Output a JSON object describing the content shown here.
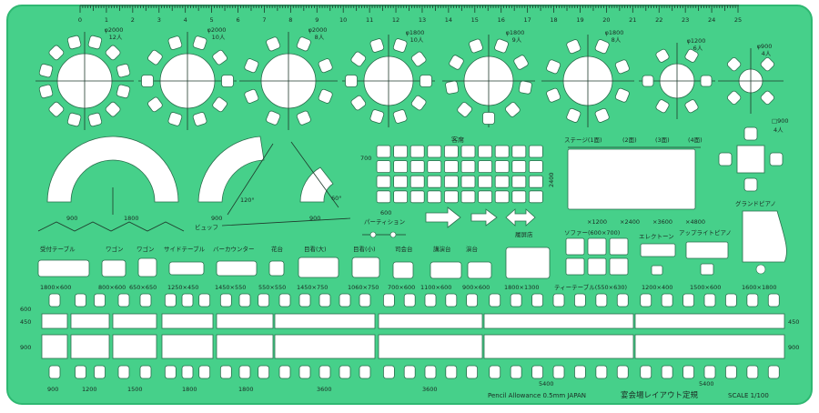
{
  "template": {
    "brand_text": "Pencil Allowance 0.5mm JAPAN",
    "product_name": "宴会場レイアウト定規",
    "scale_label": "SCALE 1/100",
    "colors": {
      "plate": "#46d08a",
      "plate_dark": "#2fb872",
      "cutout": "#ffffff",
      "ink": "#1a2a22"
    }
  },
  "ruler": {
    "ticks": [
      "0",
      "1",
      "2",
      "3",
      "4",
      "5",
      "6",
      "7",
      "8",
      "9",
      "10",
      "11",
      "12",
      "13",
      "14",
      "15",
      "16",
      "17",
      "18",
      "19",
      "20",
      "21",
      "22",
      "23",
      "24",
      "25"
    ]
  },
  "round_tables": [
    {
      "size": "φ2000",
      "seats": "12人",
      "chairs": 12
    },
    {
      "size": "φ2000",
      "seats": "10人",
      "chairs": 10
    },
    {
      "size": "φ2000",
      "seats": "8人",
      "chairs": 8
    },
    {
      "size": "φ1800",
      "seats": "10人",
      "chairs": 10
    },
    {
      "size": "φ1800",
      "seats": "9人",
      "chairs": 9
    },
    {
      "size": "φ1800",
      "seats": "8人",
      "chairs": 8
    },
    {
      "size": "φ1200",
      "seats": "6人",
      "chairs": 6
    },
    {
      "size": "φ900",
      "seats": "4人",
      "chairs": 4
    }
  ],
  "square_table": {
    "size": "□900",
    "seats": "4人"
  },
  "buffet": {
    "label": "ビュッフ",
    "dims": [
      "900",
      "1800",
      "900",
      "120°",
      "900",
      "60°"
    ]
  },
  "guest_seats": {
    "label": "客席",
    "dim_h": "700",
    "dim_w": "600"
  },
  "partition": {
    "label": "パーティション"
  },
  "stage": {
    "label": "ステージ(1面)",
    "views": [
      "(2面)",
      "(3面)",
      "(4面)"
    ],
    "dim": "2400",
    "sizes": [
      "×1200",
      "×2400",
      "×3600",
      "×4800"
    ]
  },
  "grand_piano": {
    "label": "グランドピアノ",
    "size": "1600×1800"
  },
  "sofa": {
    "label": "ソファー(600×700)"
  },
  "upright_piano": {
    "label": "アップライトピアノ",
    "size": "1500×600"
  },
  "electone": {
    "label": "エレクトーン",
    "size": "1200×400"
  },
  "coffee_table": {
    "label": "ティーテーブル(550×630)"
  },
  "furniture": [
    {
      "name": "受付テーブル",
      "size": "1800×600"
    },
    {
      "name": "ワゴン",
      "size": "800×600"
    },
    {
      "name": "ワゴン",
      "size": "650×650"
    },
    {
      "name": "サイドテーブル",
      "size": "1250×450"
    },
    {
      "name": "バーカウンター",
      "size": "1450×550"
    },
    {
      "name": "花台",
      "size": "550×550"
    },
    {
      "name": "目看(大)",
      "size": "1450×750"
    },
    {
      "name": "目看(小)",
      "size": "1060×750"
    },
    {
      "name": "司会台",
      "size": "700×600"
    },
    {
      "name": "講演台",
      "size": "1100×600"
    },
    {
      "name": "演台",
      "size": "900×600"
    },
    {
      "name": "履屏店",
      "size": "1800×1300"
    }
  ],
  "long_tables": {
    "left_dims": [
      "600",
      "450",
      "900"
    ],
    "right_dims": [
      "450",
      "900"
    ],
    "bottom_dims": [
      "900",
      "1200",
      "1500",
      "1800",
      "1800",
      "3600",
      "3600",
      "5400",
      "5400"
    ]
  }
}
